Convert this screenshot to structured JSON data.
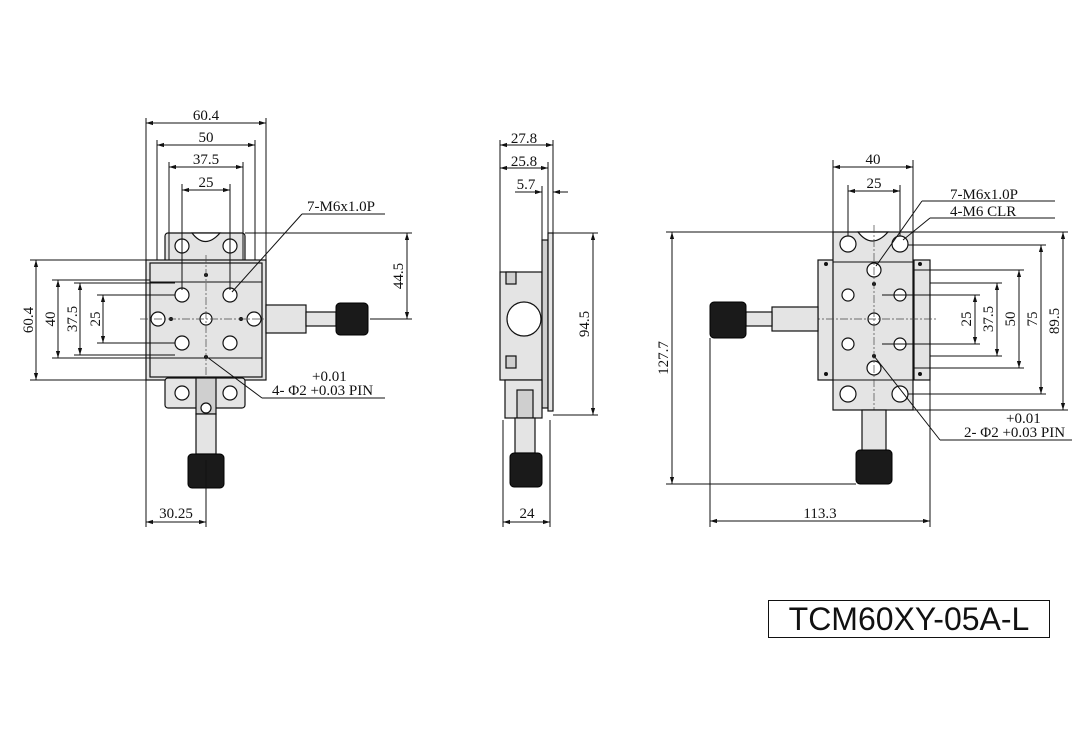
{
  "model": "TCM60XY-05A-L",
  "top_view": {
    "width_total": "60.4",
    "width_50": "50",
    "width_37_5": "37.5",
    "width_25": "25",
    "tap_note": "7-M6x1.0P",
    "height_44_5": "44.5",
    "height_60_4": "60.4",
    "height_40": "40",
    "height_37_5": "37.5",
    "height_25": "25",
    "pin_tol": "+0.01",
    "pin_note": "4- Φ2 +0.03 PIN",
    "offset_30_25": "30.25"
  },
  "side_view": {
    "depth_27_8": "27.8",
    "depth_25_8": "25.8",
    "depth_5_7": "5.7",
    "height_94_5": "94.5",
    "base_24": "24"
  },
  "right_view": {
    "width_40": "40",
    "width_25": "25",
    "tap_note": "7-M6x1.0P",
    "clr_note": "4-M6 CLR",
    "height_127_7": "127.7",
    "height_25": "25",
    "height_37_5": "37.5",
    "height_50": "50",
    "height_75": "75",
    "height_89_5": "89.5",
    "pin_tol": "+0.01",
    "pin_note": "2- Φ2 +0.03 PIN",
    "width_113_3": "113.3"
  }
}
